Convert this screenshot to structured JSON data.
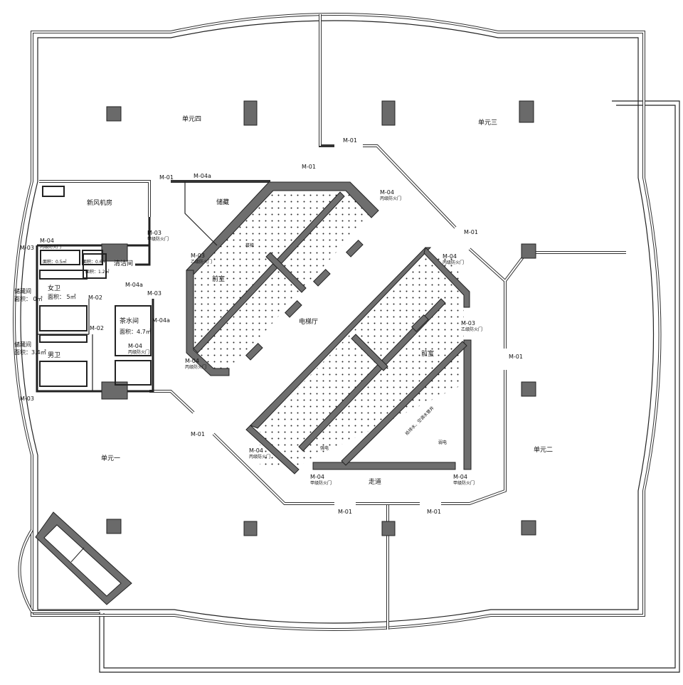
{
  "units": [
    {
      "label": "单元四"
    },
    {
      "label": "单元三"
    },
    {
      "label": "单元一"
    },
    {
      "label": "单元二"
    }
  ],
  "rooms": {
    "elevator_hall": "电梯厅",
    "front_room_left": "前室",
    "front_room_right": "前室",
    "corridor": "走道",
    "storage": "储藏",
    "fresh_air_room": "新风机房",
    "cleaning_room": "清洁间",
    "womens_wc": "女卫",
    "womens_wc_area": "面积：  5㎡",
    "mens_wc": "男卫",
    "tea_room": "茶水间",
    "tea_room_area": "面积：4.7㎡",
    "storage_room_1": "储藏间",
    "storage_room_1_area": "面积：  0㎡",
    "storage_room_2": "储藏间",
    "storage_room_2_area": "面积：3.4㎡",
    "shaft_area_1": "面积：0.5㎡",
    "shaft_area_2": "面积：0.6㎡",
    "shaft_area_3": "面积：1.2㎡",
    "stair": "楼梯",
    "strong_electric": "强电",
    "weak_electric": "弱电",
    "pipe_well": "给排水、空调水管井"
  },
  "doors": [
    {
      "code": "M-01",
      "note": ""
    },
    {
      "code": "M-01",
      "note": ""
    },
    {
      "code": "M-01",
      "note": ""
    },
    {
      "code": "M-01",
      "note": ""
    },
    {
      "code": "M-01",
      "note": ""
    },
    {
      "code": "M-01",
      "note": ""
    },
    {
      "code": "M-01",
      "note": ""
    },
    {
      "code": "M-01",
      "note": ""
    },
    {
      "code": "M-04a",
      "note": ""
    },
    {
      "code": "M-04a",
      "note": ""
    },
    {
      "code": "M-04a",
      "note": ""
    },
    {
      "code": "M-03",
      "note": "甲级防火门"
    },
    {
      "code": "M-03",
      "note": ""
    },
    {
      "code": "M-03",
      "note": ""
    },
    {
      "code": "M-03",
      "note": "乙级防火门"
    },
    {
      "code": "M-03",
      "note": "乙级防火门"
    },
    {
      "code": "M-03",
      "note": ""
    },
    {
      "code": "M-04",
      "note": "丙级防火门"
    },
    {
      "code": "M-04",
      "note": "丙级防火门"
    },
    {
      "code": "M-04",
      "note": "丙级防火门"
    },
    {
      "code": "M-04",
      "note": "丙级防火门"
    },
    {
      "code": "M-04",
      "note": "丙级防火门"
    },
    {
      "code": "M-04",
      "note": "丙级防火门"
    },
    {
      "code": "M-04",
      "note": "甲级防火门"
    },
    {
      "code": "M-04",
      "note": "甲级防火门"
    },
    {
      "code": "M-02",
      "note": ""
    },
    {
      "code": "M-02",
      "note": ""
    }
  ],
  "colors": {
    "wall": "#6e6e6e",
    "line": "#222222",
    "background": "#ffffff"
  }
}
